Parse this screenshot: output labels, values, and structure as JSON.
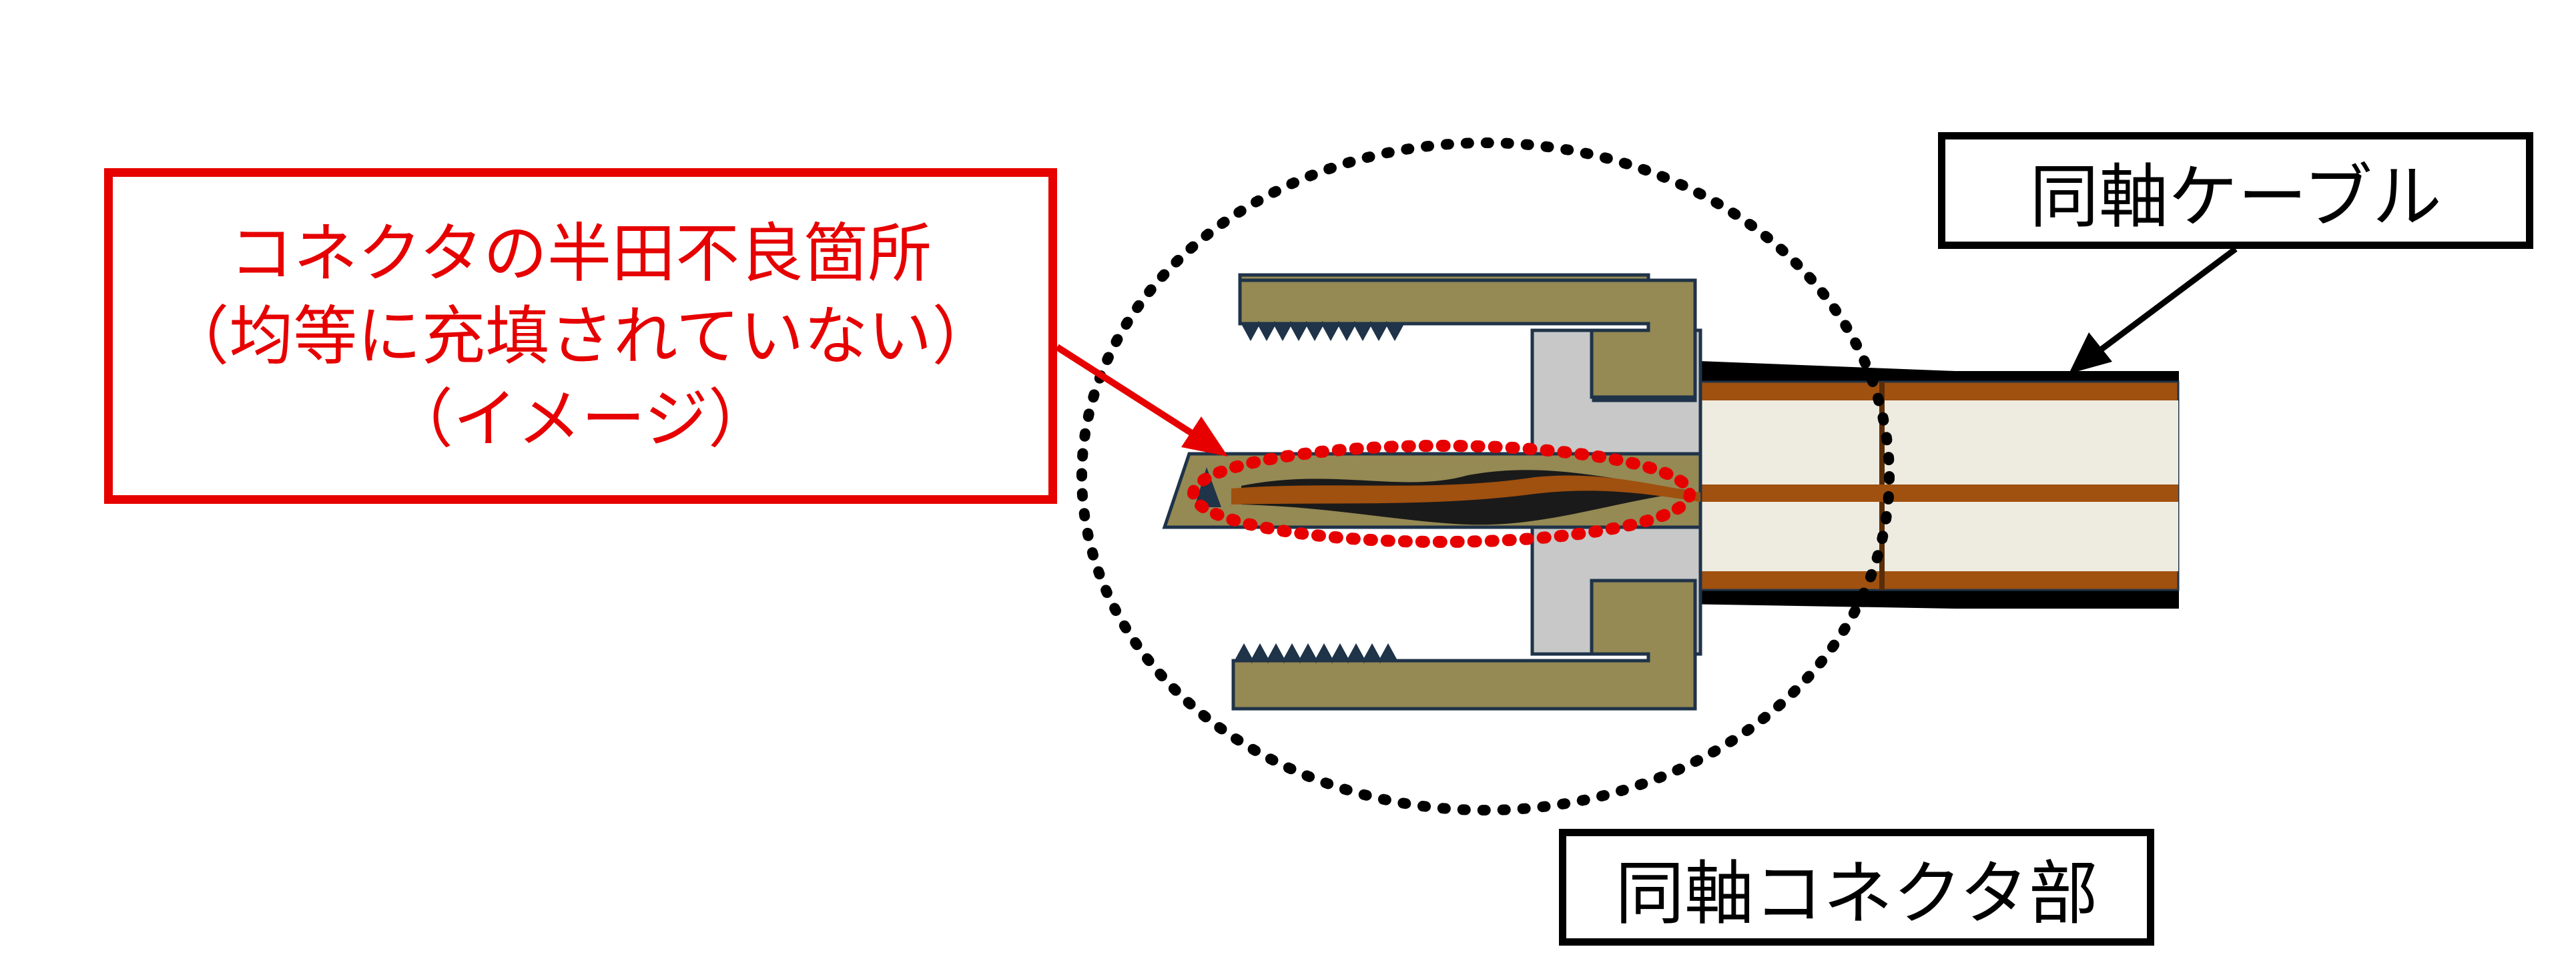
{
  "defect_label": {
    "line1": "コネクタの半田不良箇所",
    "line2": "（均等に充填されていない）",
    "line3": "（イメージ）",
    "color": "#e60000"
  },
  "cable_label": "同軸ケーブル",
  "connector_label": "同軸コネクタ部",
  "colors": {
    "connector_body": "#958954",
    "connector_dark": "#4a4227",
    "insulator_gray": "#c8c8c8",
    "outline_navy": "#1f3349",
    "dielectric": "#eeebe0",
    "copper": "#a0500f",
    "jacket": "#000000",
    "highlight_red": "#e60000"
  }
}
